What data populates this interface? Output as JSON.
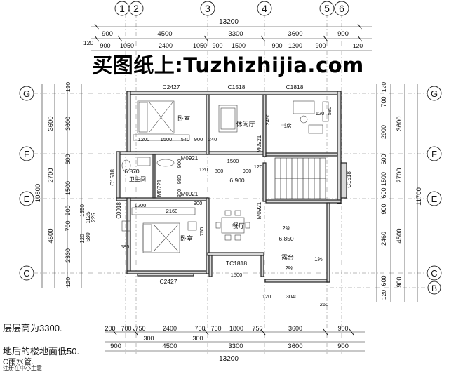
{
  "watermark": "买图纸上:Tuzhizhijia.com",
  "axes": {
    "top": [
      "1",
      "2",
      "3",
      "4",
      "5",
      "6"
    ],
    "rows": [
      "G",
      "F",
      "E",
      "C",
      "B"
    ]
  },
  "dims": {
    "top_total": "13200",
    "bottom_total": "13200",
    "top_row1": [
      "900",
      "4500",
      "3300",
      "3600",
      "900"
    ],
    "top_row2": [
      "120",
      "900",
      "1050",
      "2400",
      "1050",
      "900",
      "1500",
      "900",
      "1200",
      "900",
      "120"
    ],
    "bottom_row1": [
      "200",
      "700",
      "750",
      "2400",
      "750",
      "750",
      "1800",
      "750",
      "3600",
      "900"
    ],
    "bottom_row2": [
      "300",
      "300"
    ],
    "bottom_row3": [
      "900",
      "4500",
      "3300",
      "3600",
      "900"
    ],
    "left_outer": [
      "10800"
    ],
    "left_mid": [
      "3600",
      "2700",
      "4500"
    ],
    "left_inner": [
      "120",
      "3600",
      "600",
      "900",
      "1500",
      "700",
      "2330",
      "120"
    ],
    "left_small": [
      "1350",
      "1125",
      "225",
      "580",
      "120"
    ],
    "right_outer": [
      "11700"
    ],
    "right_mid": [
      "3600",
      "2700",
      "4500",
      "900"
    ],
    "right_inner": [
      "120",
      "700",
      "2900",
      "600",
      "1500",
      "600",
      "900",
      "2460",
      "600",
      "120"
    ]
  },
  "windows": {
    "c2427_top": "C2427",
    "c1518_top": "C1518",
    "c1818_top": "C1818",
    "c1518_left": "C1518",
    "c1518_right": "C1518",
    "c0918": "C0918",
    "c2427_bottom": "C2427",
    "tc1818": "TC1818"
  },
  "doors": {
    "m0921_a": "M0921",
    "m0921_b": "M0921",
    "m0921_c": "M0921",
    "m0921_d": "M0921",
    "m0721": "M0721"
  },
  "rooms": {
    "bedroom_top": "卧室",
    "lounge": "休闲厅",
    "study": "书房",
    "bathroom": "卫生间",
    "bedroom_bottom": "卧室",
    "dining": "餐厅",
    "terrace": "露台"
  },
  "levels": {
    "bath": "6.870",
    "hall": "6.900",
    "terrace": "6.850"
  },
  "slopes": {
    "a": "2%",
    "b": "2%",
    "c": "1%"
  },
  "inner_dims": {
    "study_a": "2460",
    "study_b": "580",
    "study_c": "120",
    "bed_a": "1200",
    "bed_b": "1500",
    "bed_c": "540",
    "bed_d": "900",
    "hall_a": "240",
    "hall_b": "120",
    "hall_c": "800",
    "hall_d": "1500",
    "hall_e": "900",
    "hall_f": "120",
    "bath_a": "900",
    "bath_b": "980",
    "bath_c": "800",
    "bath_d": "1200",
    "bath_e": "900",
    "bed2_a": "2160",
    "bed2_b": "580",
    "bed2_c": "750",
    "tc_a": "1500",
    "ter_a": "3040",
    "ter_b": "260",
    "ter_c": "120"
  },
  "notes": {
    "line1": "层层高为3300.",
    "line2": "地后的楼地面低50.",
    "line3": "C雨水管.",
    "line4": "注册在中心主意"
  }
}
